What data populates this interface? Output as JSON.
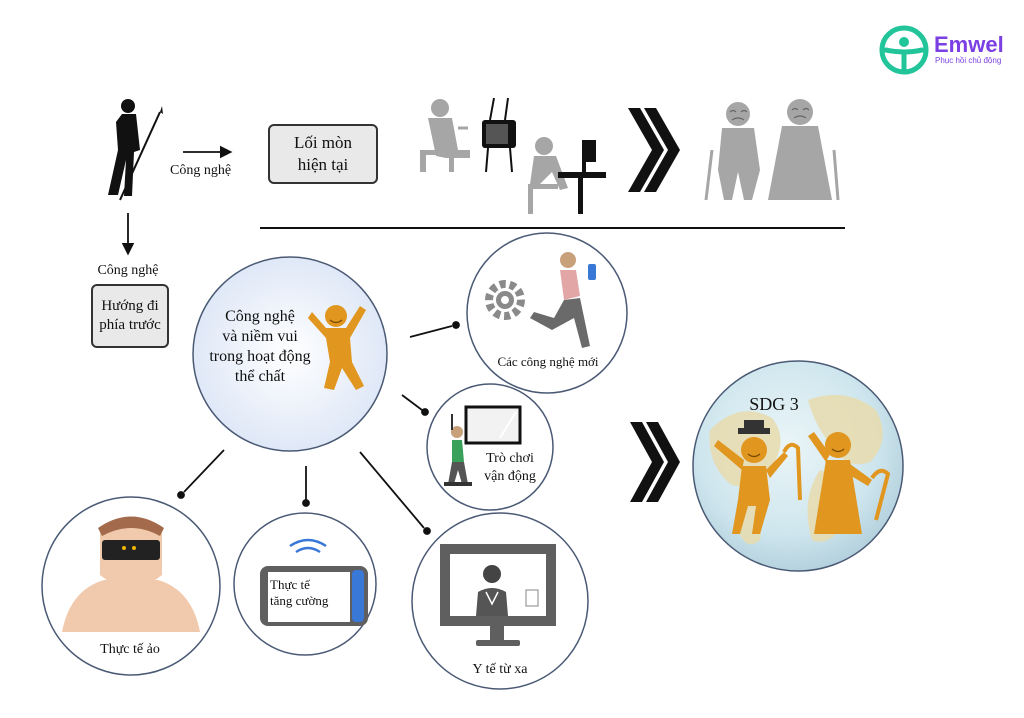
{
  "logo": {
    "brand": "Emwel",
    "tagline": "Phục hồi chủ động"
  },
  "top_row": {
    "tech_label": "Công nghệ",
    "current_path": "Lối mòn\nhiện tại"
  },
  "left_col": {
    "tech_label": "Công nghệ",
    "forward_box": "Hướng đi\nphía trước"
  },
  "center": {
    "title": "Công nghệ\nvà niềm vui\ntrong hoạt động\nthể chất"
  },
  "satellites": {
    "new_tech": "Các công nghệ mới",
    "exergame": "Trò chơi\nvận động",
    "vr": "Thực tế ảo",
    "ar": "Thực tế\ntăng cường",
    "telehealth": "Y tế từ xa"
  },
  "globe": {
    "label": "SDG 3"
  },
  "colors": {
    "accent_orange": "#e0961f",
    "logo_green": "#22c49a",
    "logo_purple": "#7b3fe4",
    "gray_figure": "#a6a6a6",
    "circle_border": "#4a5a75"
  }
}
